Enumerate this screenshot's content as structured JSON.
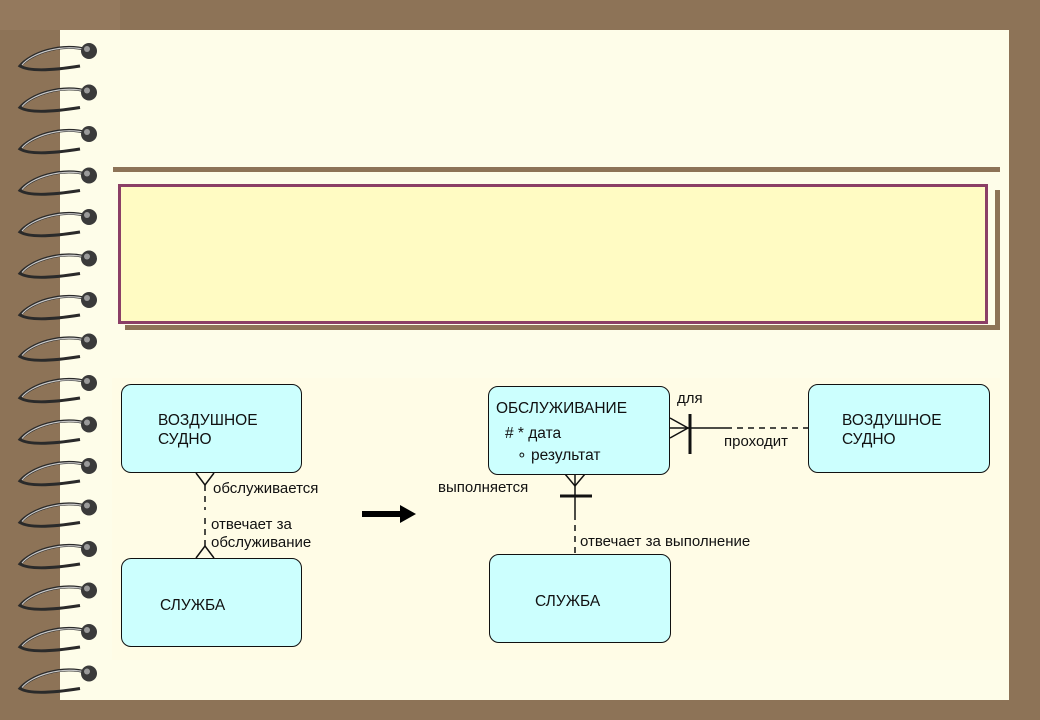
{
  "colors": {
    "background": "#8d7357",
    "page": "#fefde9",
    "box_fill": "#fffbc3",
    "box_border": "#8b3f66",
    "entity_fill": "#ccfffe"
  },
  "left_diagram": {
    "entity_top": {
      "line1": "ВОЗДУШНОЕ",
      "line2": "СУДНО"
    },
    "entity_bottom": {
      "name": "СЛУЖБА"
    },
    "label_top": "обслуживается",
    "label_bottom_1": "отвечает за",
    "label_bottom_2": "обслуживание"
  },
  "arrow": {
    "icon": "right-arrow-icon"
  },
  "right_diagram": {
    "entity_service": {
      "name": "ОБСЛУЖИВАНИЕ",
      "attr1": "# * дата",
      "attr2": "∘ результат"
    },
    "entity_aircraft": {
      "line1": "ВОЗДУШНОЕ",
      "line2": "СУДНО"
    },
    "entity_department": {
      "name": "СЛУЖБА"
    },
    "label_for": "для",
    "label_passes": "проходит",
    "label_performed": "выполняется",
    "label_responsible": "отвечает за выполнение"
  }
}
